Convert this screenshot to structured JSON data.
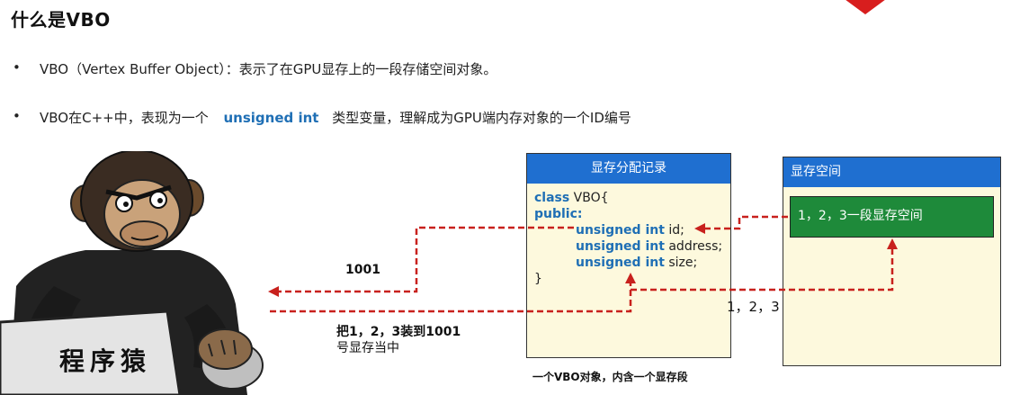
{
  "title": "什么是VBO",
  "bullets": {
    "b1": "VBO（Vertex Buffer Object）：表示了在GPU显存上的一段存储空间对象。",
    "b2_pre": "VBO在C++中，表现为一个",
    "b2_kw": "unsigned int",
    "b2_post": "类型变量，理解成为GPU端内存对象的一个ID编号",
    "marker": "•"
  },
  "record_box": {
    "header": "显存分配记录",
    "code": {
      "line1_kw": "class",
      "line1_rest": " VBO{",
      "line2": "public:",
      "f1_kw": "unsigned int",
      "f1_rest": " id;",
      "f2_kw": "unsigned int",
      "f2_rest": " address;",
      "f3_kw": "unsigned int",
      "f3_rest": " size;",
      "close": "}"
    },
    "caption": "一个VBO对象，内含一个显存段"
  },
  "memory_box": {
    "header": "显存空间",
    "segment": "1，2，3一段显存空间"
  },
  "labels": {
    "id_value": "1001",
    "data": "1，2，3",
    "action_line1": "把1，2，3装到1001",
    "action_line2": "号显存当中",
    "person_sign": "程序猿"
  },
  "colors": {
    "header_blue": "#1f6fd0",
    "keyword_blue": "#1f6fb5",
    "box_fill": "#fdf9dd",
    "segment_green": "#1e8a3a",
    "arrow_red": "#c8211d",
    "corner_red": "#d81e1e"
  }
}
